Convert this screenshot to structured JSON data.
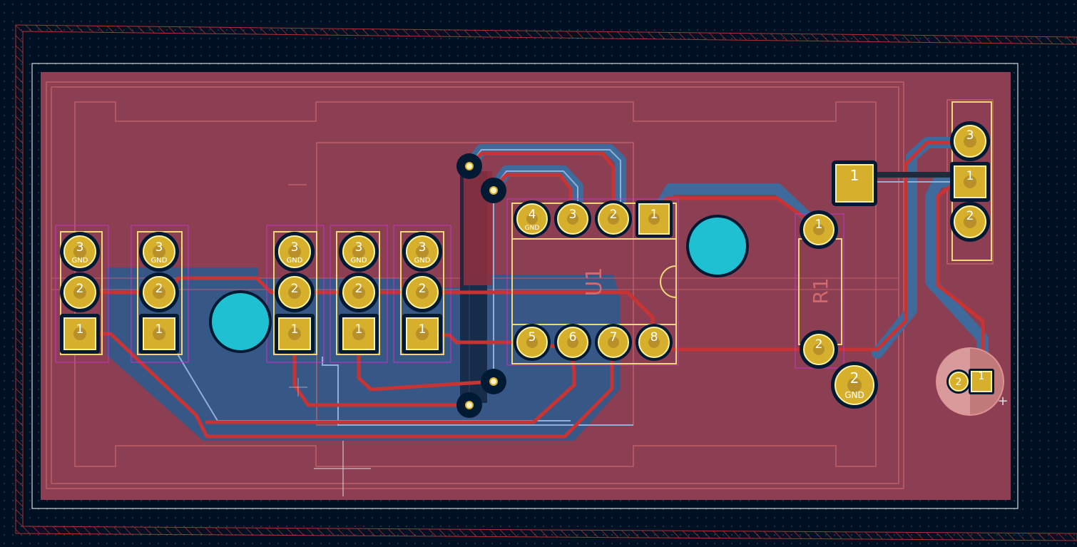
{
  "refs": {
    "u1": "U1",
    "r1": "R1",
    "gnd": "GND"
  },
  "connectors": {
    "j_a": {
      "pin3": "3",
      "pin2": "2",
      "pin1": "1",
      "gnd": "GND"
    },
    "j_b": {
      "pin3": "3",
      "pin2": "2",
      "pin1": "1",
      "gnd": "GND"
    },
    "j_c": {
      "pin3": "3",
      "pin2": "2",
      "pin1": "1",
      "gnd": "GND"
    },
    "j_d": {
      "pin3": "3",
      "pin2": "2",
      "pin1": "1",
      "gnd": "GND"
    },
    "j_e": {
      "pin3": "3",
      "pin2": "2",
      "pin1": "1",
      "gnd": "GND"
    }
  },
  "u1_pins": {
    "top": [
      "4",
      "3",
      "2",
      "1"
    ],
    "bottom": [
      "5",
      "6",
      "7",
      "8"
    ],
    "gnd": "GND"
  },
  "r1_pins": {
    "pin1": "1",
    "pin2": "2"
  },
  "right_conn": {
    "pin3": "3",
    "pin1": "1",
    "pin2": "2"
  },
  "loose_pads": {
    "square": "1",
    "round": "2",
    "gnd": "GND"
  },
  "led": {
    "pin1": "1",
    "pin2": "2",
    "plus": "+"
  },
  "colors": {
    "board_fill": "#8c3e52",
    "front_copper": "#c83434",
    "back_copper": "#3f6a9c",
    "pad_gold": "#d6b02c",
    "mounting_hole": "#1ec0d2",
    "edge_cuts": "#d0d8e0"
  }
}
